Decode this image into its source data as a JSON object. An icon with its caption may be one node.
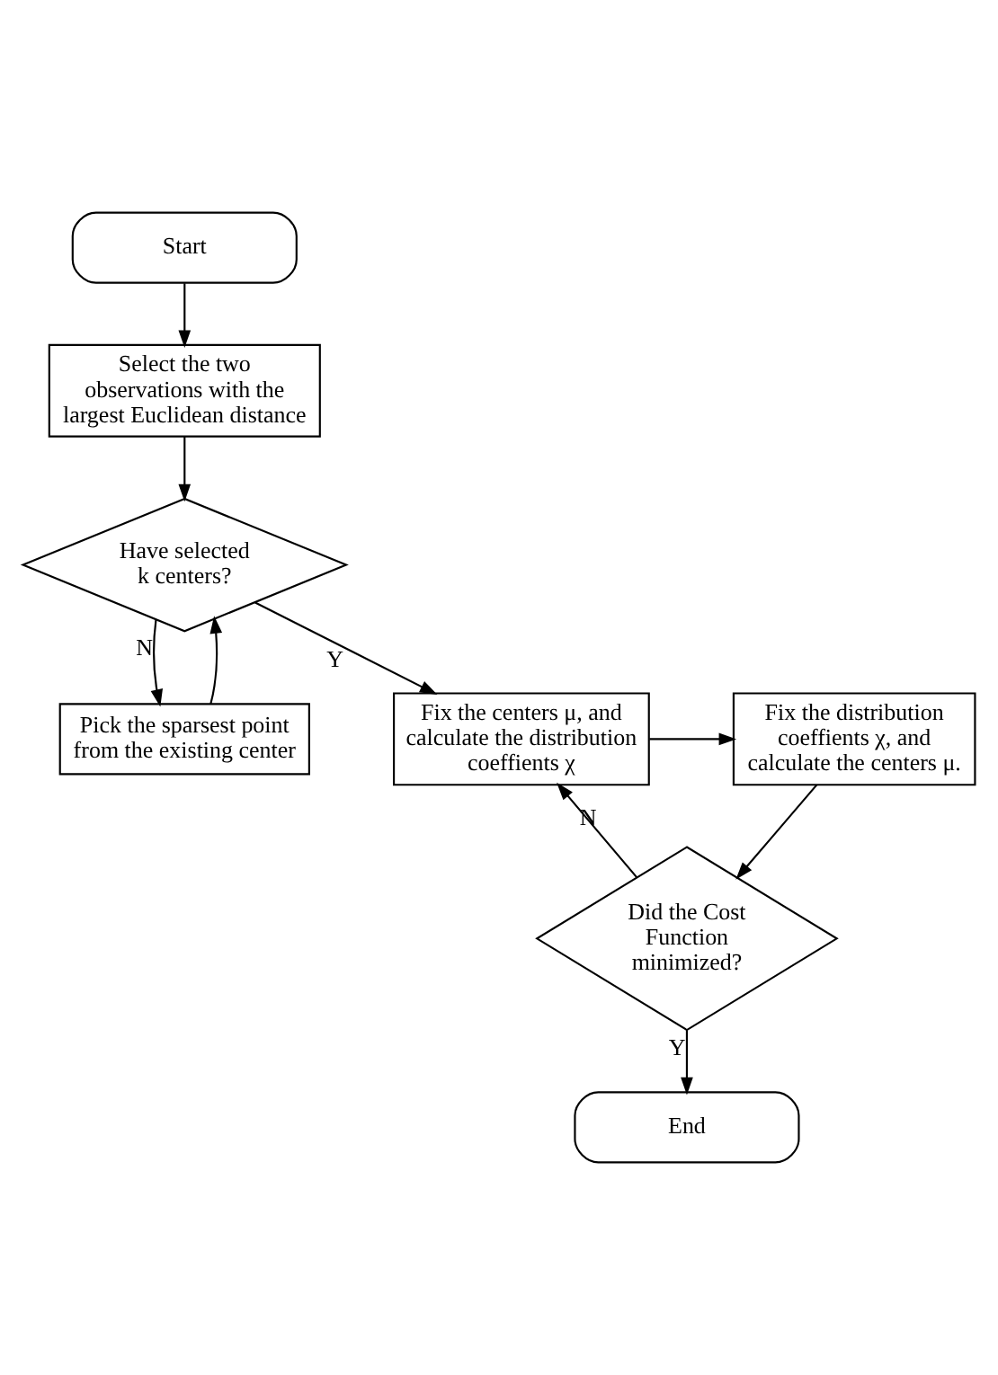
{
  "diagram": {
    "nodes": [
      {
        "text": [
          "Start"
        ]
      },
      {
        "text": [
          "Select the two observations with the largest Euclidean distance"
        ]
      },
      {
        "text": [
          "Have selected k centers?"
        ]
      },
      {
        "text": [
          "Pick the sparsest point from the existing center"
        ]
      },
      {
        "text": [
          "Fix the centers μ, and calculate the distribution coeffients χ"
        ]
      },
      {
        "text": [
          "Fix the distribution coeffients χ, and calculate the centers μ."
        ]
      },
      {
        "text": [
          "Did the Cost Function minimized?"
        ]
      },
      {
        "text": [
          "End"
        ]
      }
    ],
    "edges": [
      {
        "from": 0,
        "to": 1,
        "arrow": "to"
      },
      {
        "from": 1,
        "to": 2,
        "arrow": "to"
      },
      {
        "from": 2,
        "to": 3,
        "label": "N",
        "arrow": "to"
      },
      {
        "from": 3,
        "to": 2,
        "arrow": "to"
      },
      {
        "from": 2,
        "to": 4,
        "label": "Y",
        "arrow": "to"
      },
      {
        "from": 4,
        "to": 5,
        "arrow": "to"
      },
      {
        "from": 5,
        "to": 6,
        "arrow": "to"
      },
      {
        "from": 6,
        "to": 4,
        "label": "N",
        "arrow": "to"
      },
      {
        "from": 6,
        "to": 7,
        "label": "Y",
        "arrow": "to"
      }
    ]
  }
}
